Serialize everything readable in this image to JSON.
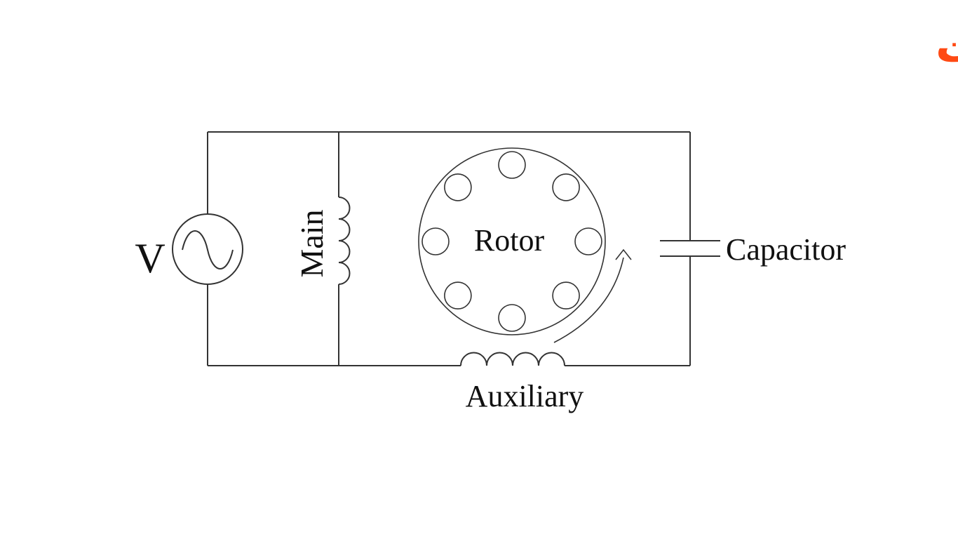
{
  "brand": {
    "logo_text": "بعثت",
    "color": "#ff4a14"
  },
  "diagram": {
    "title": "Capacitor-start single-phase induction motor",
    "labels": {
      "source": "V",
      "main_winding": "Main",
      "rotor": "Rotor",
      "capacitor": "Capacitor",
      "auxiliary_winding": "Auxiliary"
    },
    "rotor_slot_count": 8,
    "main_winding_turns": 4,
    "auxiliary_winding_turns": 4,
    "line_color": "#333333",
    "text_color": "#111111"
  }
}
